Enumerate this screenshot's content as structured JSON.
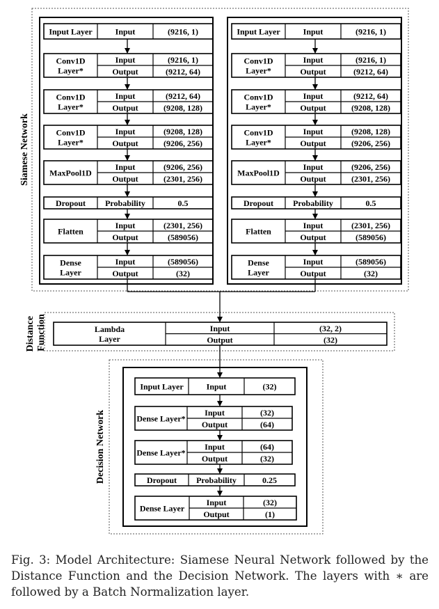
{
  "groups": {
    "siamese": "Siamese Network",
    "distance": "Distance Function",
    "decision": "Decision Network"
  },
  "siamese_layers": [
    {
      "name": "Input Layer",
      "rows": [
        {
          "k": "Input",
          "v": "(9216, 1)"
        }
      ]
    },
    {
      "name": "Conv1D Layer*",
      "rows": [
        {
          "k": "Input",
          "v": "(9216, 1)"
        },
        {
          "k": "Output",
          "v": "(9212, 64)"
        }
      ]
    },
    {
      "name": "Conv1D Layer*",
      "rows": [
        {
          "k": "Input",
          "v": "(9212, 64)"
        },
        {
          "k": "Output",
          "v": "(9208, 128)"
        }
      ]
    },
    {
      "name": "Conv1D Layer*",
      "rows": [
        {
          "k": "Input",
          "v": "(9208, 128)"
        },
        {
          "k": "Output",
          "v": "(9206, 256)"
        }
      ]
    },
    {
      "name": "MaxPool1D",
      "rows": [
        {
          "k": "Input",
          "v": "(9206, 256)"
        },
        {
          "k": "Output",
          "v": "(2301, 256)"
        }
      ]
    },
    {
      "name": "Dropout",
      "rows": [
        {
          "k": "Probability",
          "v": "0.5"
        }
      ]
    },
    {
      "name": "Flatten",
      "rows": [
        {
          "k": "Input",
          "v": "(2301, 256)"
        },
        {
          "k": "Output",
          "v": "(589056)"
        }
      ]
    },
    {
      "name": "Dense Layer",
      "rows": [
        {
          "k": "Input",
          "v": "(589056)"
        },
        {
          "k": "Output",
          "v": "(32)"
        }
      ]
    }
  ],
  "lambda_layer": {
    "name": "Lambda Layer",
    "rows": [
      {
        "k": "Input",
        "v": "(32, 2)"
      },
      {
        "k": "Output",
        "v": "(32)"
      }
    ]
  },
  "decision_layers": [
    {
      "name": "Input Layer",
      "rows": [
        {
          "k": "Input",
          "v": "(32)"
        }
      ]
    },
    {
      "name": "Dense Layer*",
      "rows": [
        {
          "k": "Input",
          "v": "(32)"
        },
        {
          "k": "Output",
          "v": "(64)"
        }
      ]
    },
    {
      "name": "Dense Layer*",
      "rows": [
        {
          "k": "Input",
          "v": "(64)"
        },
        {
          "k": "Output",
          "v": "(32)"
        }
      ]
    },
    {
      "name": "Dropout",
      "rows": [
        {
          "k": "Probability",
          "v": "0.25"
        }
      ]
    },
    {
      "name": "Dense Layer",
      "rows": [
        {
          "k": "Input",
          "v": "(32)"
        },
        {
          "k": "Output",
          "v": "(1)"
        }
      ]
    }
  ],
  "caption": "Fig. 3: Model Architecture: Siamese Neural Network followed by the Distance Function and the Decision Network. The layers with ∗ are followed by a Batch Normalization layer."
}
